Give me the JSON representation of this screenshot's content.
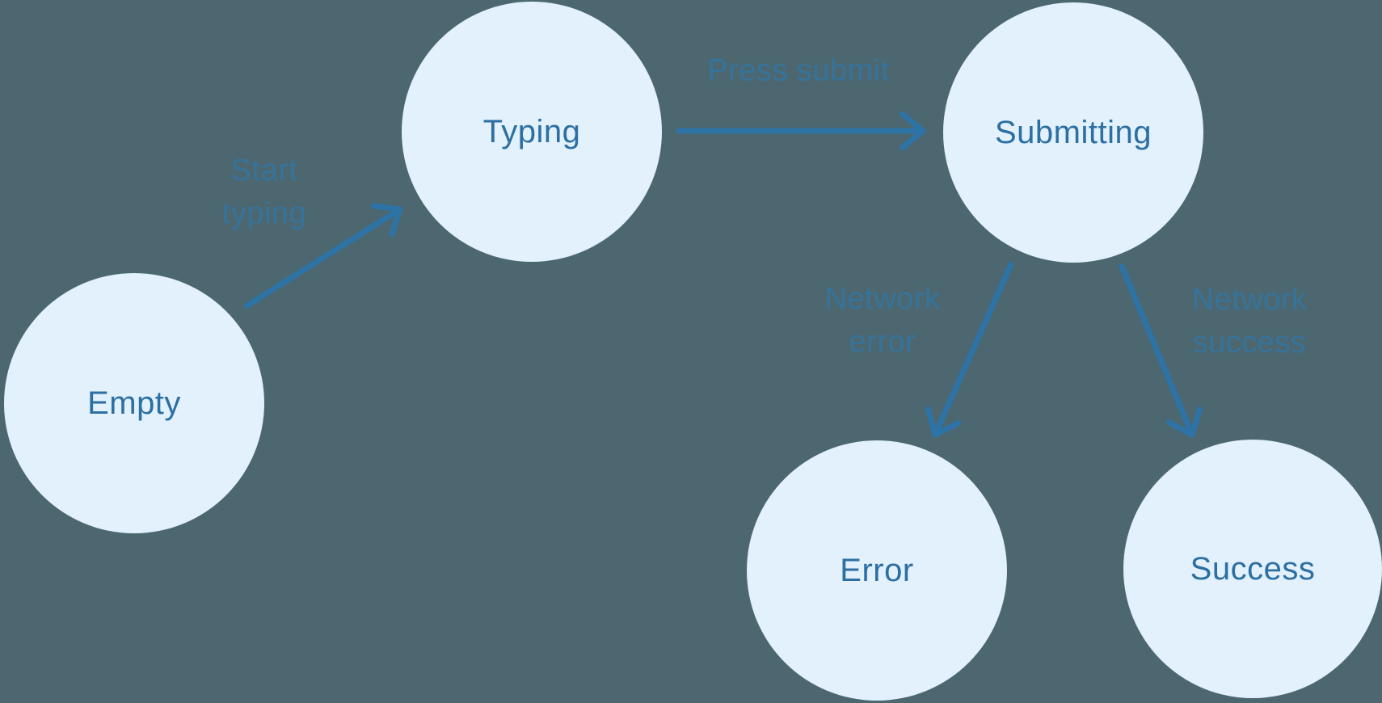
{
  "diagram": {
    "type": "state-machine",
    "nodes": [
      {
        "id": "empty",
        "label": "Empty"
      },
      {
        "id": "typing",
        "label": "Typing"
      },
      {
        "id": "submitting",
        "label": "Submitting"
      },
      {
        "id": "error",
        "label": "Error"
      },
      {
        "id": "success",
        "label": "Success"
      }
    ],
    "edges": [
      {
        "from": "Empty",
        "to": "Typing",
        "label": "Start\ntyping"
      },
      {
        "from": "Typing",
        "to": "Submitting",
        "label": "Press submit"
      },
      {
        "from": "Submitting",
        "to": "Error",
        "label": "Network\nerror"
      },
      {
        "from": "Submitting",
        "to": "Success",
        "label": "Network\nsuccess"
      }
    ],
    "colors": {
      "background": "#4C6770",
      "node_fill": "#E2F1FC",
      "node_text": "#2C6FA2",
      "edge_stroke": "#2D73A6",
      "edge_label_text": "#35749E"
    }
  }
}
